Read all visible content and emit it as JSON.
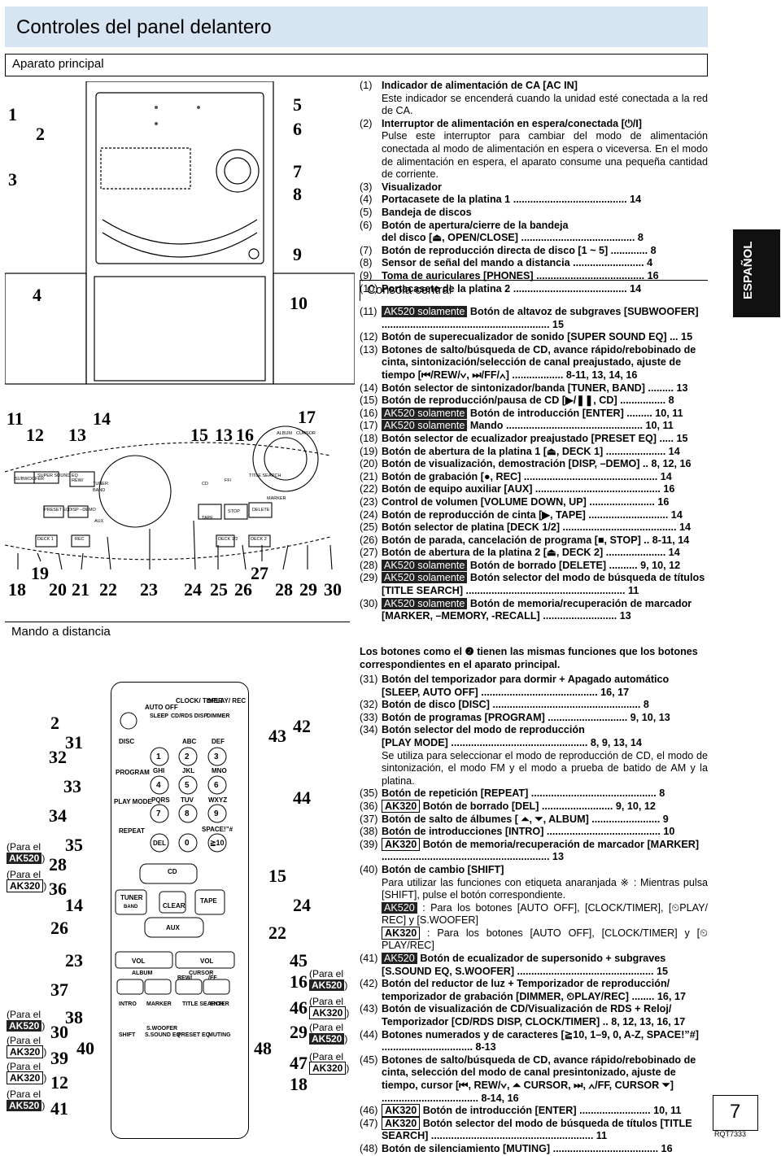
{
  "page": {
    "title": "Controles del panel delantero",
    "section_main": "Aparato principal",
    "section_remote": "Mando a distancia",
    "section_console": "Consola central",
    "language_tab": "ESPAÑOL",
    "page_number": "7",
    "doc_code": "RQT7333"
  },
  "main_unit": [
    {
      "num": "1",
      "label": "Indicador de alimentación de CA [AC IN]",
      "desc": "Este indicador se encenderá cuando la unidad esté conectada a la red de CA."
    },
    {
      "num": "2",
      "label": "Interruptor de alimentación en espera/conectada [⏻/I]",
      "desc": "Pulse este interruptor para cambiar del modo de alimentación conectada al modo de alimentación en espera o viceversa. En el modo de alimentación en espera, el aparato consume una pequeña cantidad de corriente."
    },
    {
      "num": "3",
      "label": "Visualizador"
    },
    {
      "num": "4",
      "label": "Portacasete de la platina 1 ........................................ 14"
    },
    {
      "num": "5",
      "label": "Bandeja de discos"
    },
    {
      "num": "6",
      "label": "Botón de apertura/cierre de la bandeja"
    },
    {
      "num": "",
      "label": "del disco [⏏, OPEN/CLOSE] ........................................ 8"
    },
    {
      "num": "7",
      "label": "Botón de reproducción directa de disco [1 ~ 5] ............. 8"
    },
    {
      "num": "8",
      "label": "Sensor de señal del mando a distancia ......................... 4"
    },
    {
      "num": "9",
      "label": "Toma de auriculares [PHONES] ...................................... 16"
    },
    {
      "num": "10",
      "label": "Portacasete de la platina 2 ........................................ 14"
    }
  ],
  "console": [
    {
      "num": "11",
      "tag": "AK520 solamente",
      "label": "Botón de altavoz de subgraves [SUBWOOFER] ........................................................... 15"
    },
    {
      "num": "12",
      "label": "Botón de superecualizador de sonido [SUPER SOUND EQ] ... 15"
    },
    {
      "num": "13",
      "label": "Botones de salto/búsqueda de CD, avance rápido/rebobinado de cinta, sintonización/selección de canal preajustado, ajuste de tiempo [⏮/REW/∨, ⏭/FF/∧] .................. 8-11, 13, 14, 16"
    },
    {
      "num": "14",
      "label": "Botón selector de sintonizador/banda [TUNER, BAND] ......... 13"
    },
    {
      "num": "15",
      "label": "Botón de reproducción/pausa de CD [▶/❚❚, CD] ................ 8"
    },
    {
      "num": "16",
      "tag": "AK520 solamente",
      "label": "Botón de introducción [ENTER] ......... 10, 11"
    },
    {
      "num": "17",
      "tag": "AK520 solamente",
      "label": "Mando ................................................ 10, 11"
    },
    {
      "num": "18",
      "label": "Botón selector de ecualizador preajustado [PRESET EQ] ..... 15"
    },
    {
      "num": "19",
      "label": "Botón de abertura de la platina 1 [⏏, DECK 1] ..................... 14"
    },
    {
      "num": "20",
      "label": "Botón de visualización, demostración [DISP, –DEMO] .. 8, 12, 16"
    },
    {
      "num": "21",
      "label": "Botón de grabación [●, REC] ............................................... 14"
    },
    {
      "num": "22",
      "label": "Botón de equipo auxiliar [AUX] ............................................ 16"
    },
    {
      "num": "23",
      "label": "Control de volumen [VOLUME DOWN, UP] ....................... 16"
    },
    {
      "num": "24",
      "label": "Botón de reproducción de cinta [▶, TAPE] ............................ 14"
    },
    {
      "num": "25",
      "label": "Botón selector de platina [DECK 1/2] ........................................ 14"
    },
    {
      "num": "26",
      "label": "Botón de parada, cancelación de programa [■, STOP] .. 8-11, 14"
    },
    {
      "num": "27",
      "label": "Botón de abertura de la platina 2 [⏏, DECK 2] ..................... 14"
    },
    {
      "num": "28",
      "tag": "AK520 solamente",
      "label": "Botón de borrado [DELETE] .......... 9, 10, 12"
    },
    {
      "num": "29",
      "tag": "AK520 solamente",
      "label": "Botón selector del modo de búsqueda de títulos [TITLE SEARCH] ........................................................ 11"
    },
    {
      "num": "30",
      "tag": "AK520 solamente",
      "label": "Botón de memoria/recuperación de marcador [MARKER, –MEMORY, -RECALL] .......................... 13"
    }
  ],
  "remote_intro": "Los botones como el ❷ tienen las mismas funciones que los botones correspondientes en el aparato principal.",
  "remote": [
    {
      "num": "31",
      "label": "Botón del temporizador para dormir + Apagado automático [SLEEP, AUTO OFF] ......................................... 16, 17"
    },
    {
      "num": "32",
      "label": "Botón de disco [DISC] .................................................... 8"
    },
    {
      "num": "33",
      "label": "Botón de programas [PROGRAM] ............................ 9, 10, 13"
    },
    {
      "num": "34",
      "label": "Botón selector del modo de reproducción"
    },
    {
      "num": "",
      "label": "[PLAY MODE] ................................................ 8, 9, 13, 14",
      "desc": "Se utiliza para seleccionar el modo de reproducción de CD, el modo de sintonización, el modo FM y el modo a prueba de batido de AM y la platina."
    },
    {
      "num": "35",
      "label": "Botón de repetición [REPEAT] ............................................ 8"
    },
    {
      "num": "36",
      "tag2": "AK320",
      "label": "Botón de borrado [DEL] ......................... 9, 10, 12"
    },
    {
      "num": "37",
      "label": "Botón de salto de álbumes [ ⏶, ⏷, ALBUM] ........................ 9"
    },
    {
      "num": "38",
      "label": "Botón de introducciones [INTRO] ........................................ 10"
    },
    {
      "num": "39",
      "tag2": "AK320",
      "label": "Botón de memoria/recuperación de marcador [MARKER] ........................................................... 13"
    },
    {
      "num": "40",
      "label": "Botón de cambio [SHIFT]",
      "desc": "Para utilizar las funciones con etiqueta anaranjada ※ : Mientras pulsa [SHIFT], pulse el botón correspondiente."
    },
    {
      "num": "41",
      "tag": "AK520",
      "label": "Botón de ecualizador de supersonido + subgraves [S.SOUND EQ, S.WOOFER] ................................................ 15"
    },
    {
      "num": "42",
      "label": "Botón del reductor de luz + Temporizador de reproducción/ temporizador de grabación [DIMMER, ⏲PLAY/REC] ........ 16, 17"
    },
    {
      "num": "43",
      "label": "Botón de visualización de CD/Visualización de RDS + Reloj/ Temporizador [CD/RDS DISP, CLOCK/TIMER] .. 8, 12, 13, 16, 17"
    },
    {
      "num": "44",
      "label": "Botones numerados y de caracteres [≧10, 1–9, 0, A-Z, SPACE!”#] ................................ 8-13"
    },
    {
      "num": "45",
      "label": "Botones de salto/búsqueda de CD, avance rápido/rebobinado de cinta, selección del modo de canal presintonizado, ajuste de tiempo, cursor [⏮, REW/∨, ⏶ CURSOR, ⏭, ∧/FF, CURSOR ⏷] .................................. 8-14, 16"
    },
    {
      "num": "46",
      "tag2": "AK320",
      "label": "Botón de introducción [ENTER] ......................... 10, 11"
    },
    {
      "num": "47",
      "tag2": "AK320",
      "label": "Botón selector del modo de búsqueda de títulos [TITLE SEARCH] ......................................................... 11"
    },
    {
      "num": "48",
      "label": "Botón de silenciamiento [MUTING] ..................................... 16"
    }
  ],
  "shift_notes": [
    {
      "tag": "AK520",
      "text": ": Para los botones [AUTO OFF], [CLOCK/TIMER], [⏲PLAY/ REC] y [S.WOOFER]"
    },
    {
      "tag": "AK320",
      "text": ": Para los botones [AUTO OFF], [CLOCK/TIMER] y [⏲PLAY/REC]"
    }
  ],
  "unit_callouts_top_left": [
    "1",
    "2",
    "3",
    "4"
  ],
  "unit_callouts_top_right": [
    "5",
    "6",
    "7",
    "8",
    "9",
    "10"
  ],
  "console_callouts_top": [
    "11",
    "12",
    "13",
    "14",
    "15",
    "13",
    "16",
    "17"
  ],
  "console_callouts_bottom": [
    "18",
    "19",
    "20",
    "21",
    "22",
    "23",
    "24",
    "25",
    "26",
    "27",
    "28",
    "29",
    "30"
  ],
  "unit_labels": {
    "subwoofer": "SUBWOOFER",
    "ssound": "SUPER SOUND EQ",
    "rew": "REW/",
    "tuner": "TUNER",
    "band": "BAND",
    "cd": "CD",
    "ff": "FF/",
    "preset_eq": "PRESET EQ",
    "disp": "DISP –DEMO",
    "aux": "AUX",
    "tape": "TAPE",
    "stop": "STOP",
    "delete": "DELETE",
    "deck1": "DECK 1",
    "rec": "REC",
    "deck12": "DECK 1/2",
    "deck2": "DECK 2",
    "title_search": "TITLE SEARCH",
    "marker": "MARKER",
    "album": "ALBUM",
    "cursor": "CURSOR"
  },
  "remote_labels": {
    "clock_timer": "CLOCK/ TIMER",
    "play_rec": "⏲PLAY/ REC",
    "auto_off": "AUTO OFF",
    "sleep": "SLEEP",
    "cdrds": "CD/RDS DISP",
    "dimmer": "DIMMER",
    "disc": "DISC",
    "program": "PROGRAM",
    "play_mode": "PLAY MODE",
    "repeat": "REPEAT",
    "abc": "ABC",
    "def": "DEF",
    "ghi": "GHI",
    "jkl": "JKL",
    "mno": "MNO",
    "pqrs": "PQRS",
    "tuv": "TUV",
    "wxyz": "WXYZ",
    "space": "SPACE!”#",
    "k1": "1",
    "k2": "2",
    "k3": "3",
    "k4": "4",
    "k5": "5",
    "k6": "6",
    "k7": "7",
    "k8": "8",
    "k9": "9",
    "k0": "0",
    "k10": "≧10",
    "del": "DEL",
    "cd": "CD",
    "tuner": "TUNER",
    "band": "BAND",
    "clear": "CLEAR",
    "tape": "TAPE",
    "aux": "AUX",
    "vol_minus": "VOL",
    "vol_plus": "VOL",
    "album": "ALBUM",
    "cursor": "CURSOR",
    "rew": "REW/",
    "ff": "/FF",
    "intro": "INTRO",
    "marker": "MARKER",
    "title_search": "TITLE SEARCH",
    "enter": "ENTER",
    "shift": "SHIFT",
    "swoofer": "S.WOOFER",
    "ssound": "S.SOUND EQ",
    "preset_eq": "PRESET EQ",
    "muting": "MUTING"
  },
  "remote_callouts_left": [
    "2",
    "31",
    "32",
    "33",
    "34",
    "35",
    "28",
    "36",
    "14",
    "26",
    "23",
    "37",
    "38",
    "30",
    "39",
    "40",
    "12",
    "41"
  ],
  "remote_callouts_right": [
    "43",
    "42",
    "44",
    "15",
    "24",
    "22",
    "45",
    "16",
    "46",
    "29",
    "48",
    "47",
    "18"
  ],
  "model_prefix": {
    "para_el": "(Para el",
    "ak520": "AK520",
    "ak320": "AK320"
  }
}
